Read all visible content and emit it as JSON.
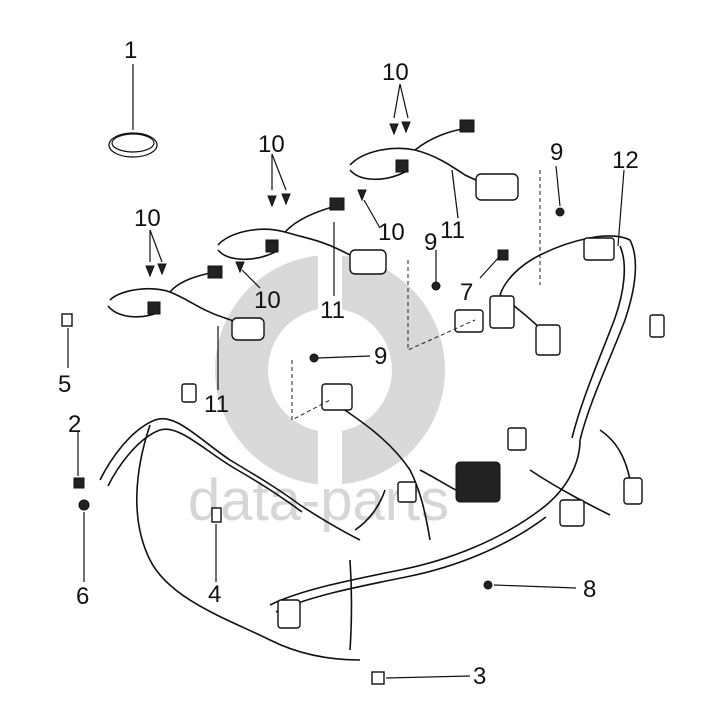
{
  "watermark": {
    "logo_text": "dp",
    "text": "data-parts"
  },
  "callouts": [
    {
      "id": "c1",
      "label": "1"
    },
    {
      "id": "c2",
      "label": "2"
    },
    {
      "id": "c3",
      "label": "3"
    },
    {
      "id": "c4",
      "label": "4"
    },
    {
      "id": "c5",
      "label": "5"
    },
    {
      "id": "c6",
      "label": "6"
    },
    {
      "id": "c7",
      "label": "7"
    },
    {
      "id": "c8",
      "label": "8"
    },
    {
      "id": "c9a",
      "label": "9"
    },
    {
      "id": "c9b",
      "label": "9"
    },
    {
      "id": "c9c",
      "label": "9"
    },
    {
      "id": "c10a",
      "label": "10"
    },
    {
      "id": "c10b",
      "label": "10"
    },
    {
      "id": "c10c",
      "label": "10"
    },
    {
      "id": "c10d",
      "label": "10"
    },
    {
      "id": "c10e",
      "label": "10"
    },
    {
      "id": "c11a",
      "label": "11"
    },
    {
      "id": "c11b",
      "label": "11"
    },
    {
      "id": "c11c",
      "label": "11"
    },
    {
      "id": "c12",
      "label": "12"
    }
  ]
}
